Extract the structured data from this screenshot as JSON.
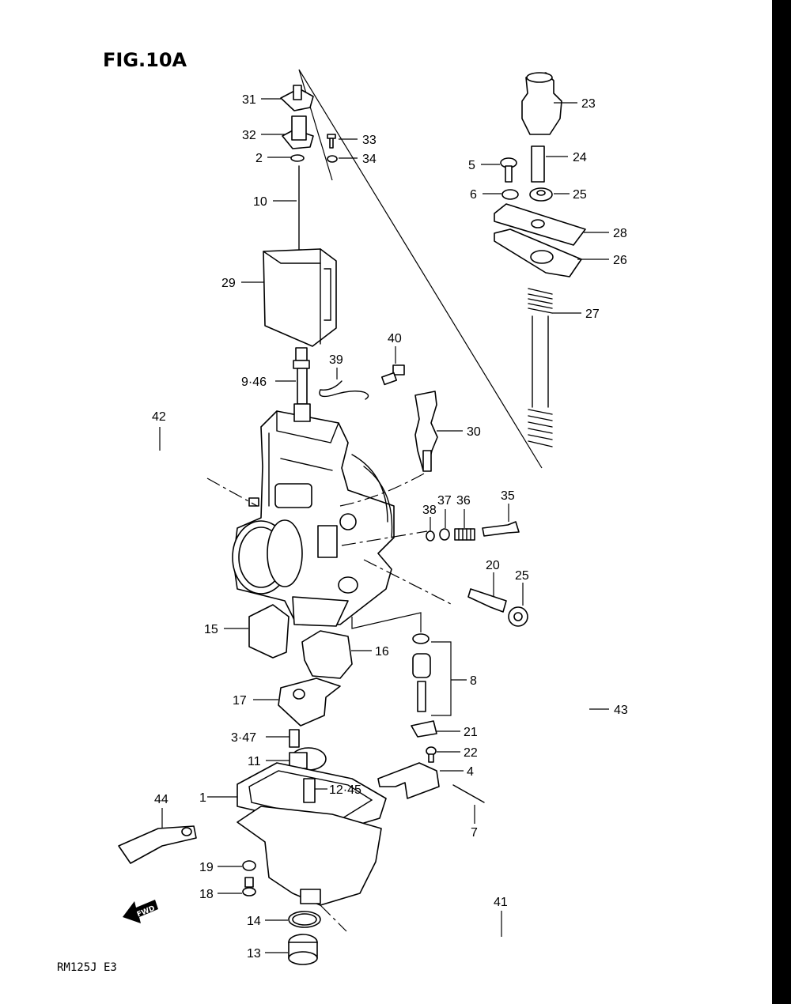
{
  "figure": {
    "title": "FIG.10A",
    "model": "RM125J  E3",
    "fwd_label": "FWD"
  },
  "part_numbers": [
    "31",
    "32",
    "33",
    "2",
    "34",
    "10",
    "29",
    "9·46",
    "39",
    "40",
    "30",
    "42",
    "38",
    "37",
    "36",
    "35",
    "20",
    "25",
    "15",
    "16",
    "8",
    "17",
    "21",
    "3·47",
    "22",
    "11",
    "4",
    "1",
    "12·45",
    "7",
    "44",
    "19",
    "18",
    "14",
    "13",
    "41",
    "43",
    "23",
    "5",
    "24",
    "6",
    "25",
    "28",
    "26",
    "27"
  ]
}
